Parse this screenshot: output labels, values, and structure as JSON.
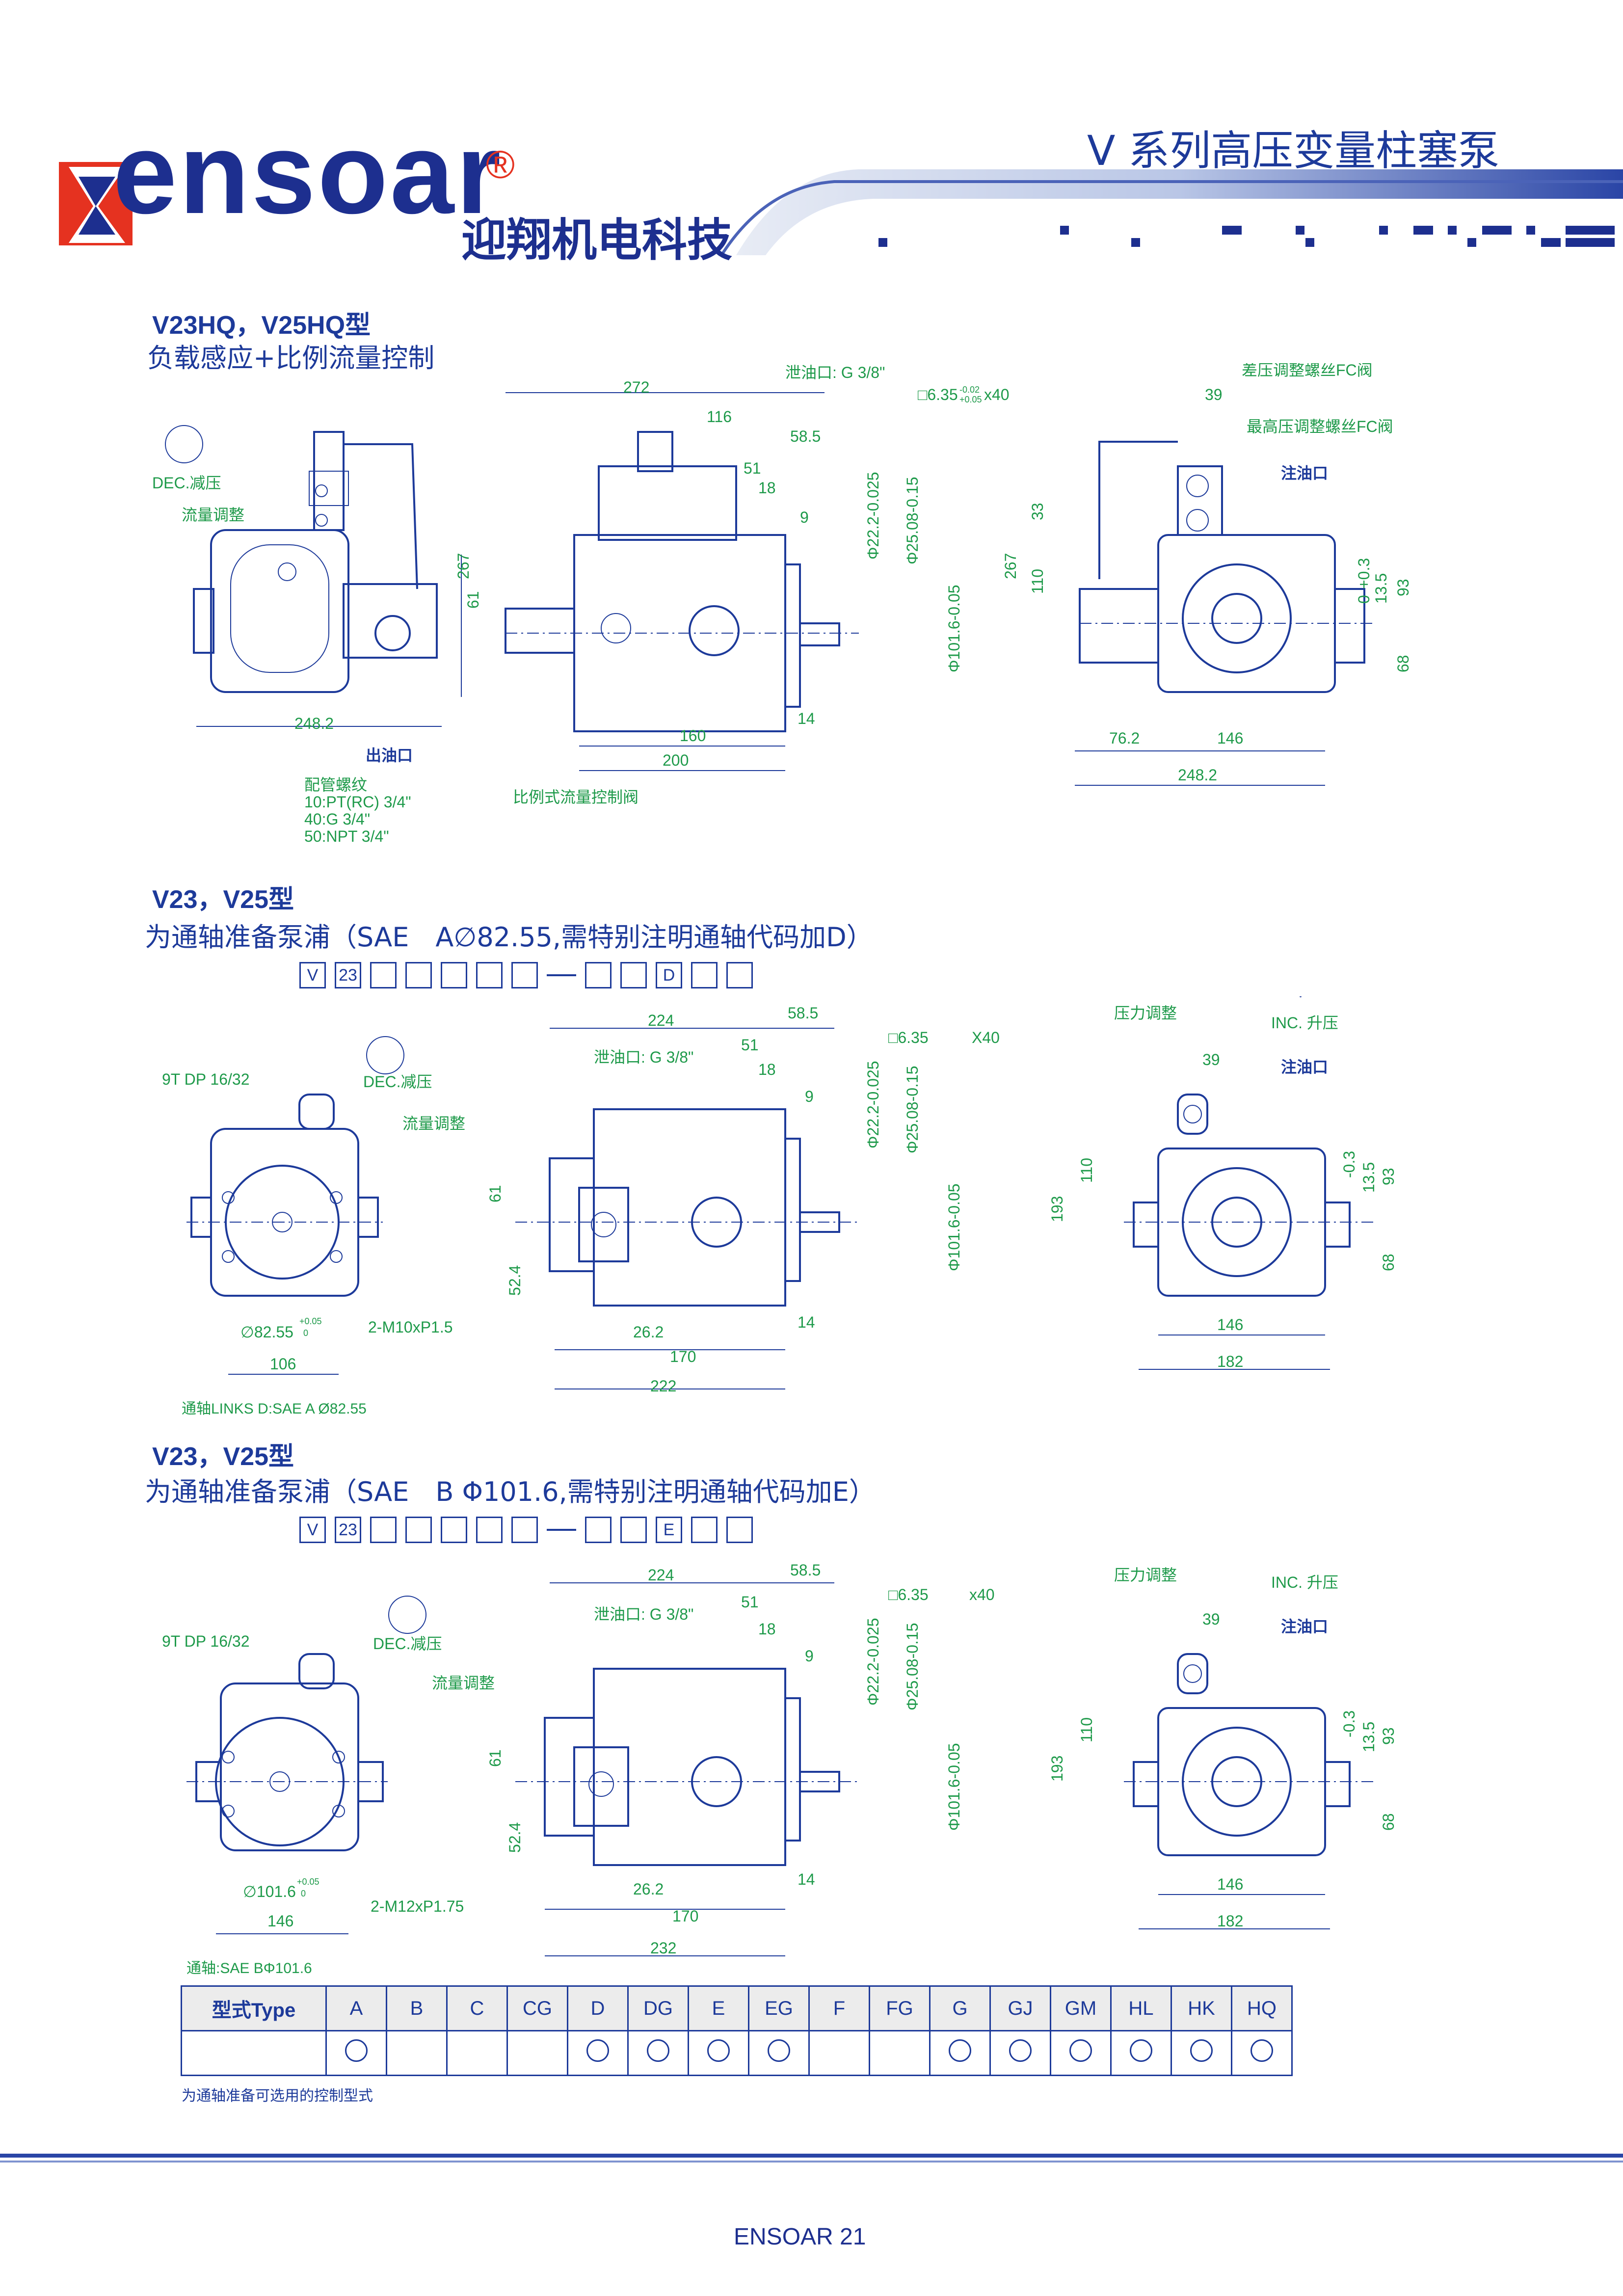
{
  "header": {
    "logo_text": "ensoar",
    "registered_mark": "®",
    "company_cn": "迎翔机电科技",
    "series_title": "V 系列高压变量柱塞泵"
  },
  "section1": {
    "title": "V23HQ，V25HQ型",
    "subtitle": "负载感应+比例流量控制",
    "labels": {
      "dec": "DEC.减压",
      "flow_adjust": "流量调整",
      "outlet": "出油口",
      "pipe_thread": "配管螺纹",
      "pt1": "10:PT(RC) 3/4\"",
      "pt2": "40:G 3/4\"",
      "pt3": "50:NPT 3/4\"",
      "prop_valve": "比例式流量控制阀",
      "drain": "泄油口: G 3/8\"",
      "key": "□6.35",
      "key_tol_up": "-0.02",
      "key_tol_dn": "+0.05",
      "key_len": "x40",
      "diff_screw": "差压调整螺丝FC阀",
      "max_screw": "最高压调整螺丝FC阀",
      "fill": "注油口"
    },
    "dims": {
      "d272": "272",
      "d116": "116",
      "d58_5": "58.5",
      "d51": "51",
      "d18": "18",
      "d9": "9",
      "d267": "267",
      "d61": "61",
      "d248_2": "248.2",
      "d160": "160",
      "d200": "200",
      "d14": "14",
      "phi22": "Φ22.2-0.025",
      "phi25": "Φ25.08-0.15",
      "phi101": "Φ101.6-0.05",
      "zero": "0",
      "d39": "39",
      "d33": "33",
      "d110": "110",
      "d267b": "267",
      "d93": "93",
      "d68": "68",
      "d13_5": "13.5",
      "tol13": "+0.3",
      "tol13b": "0",
      "d76_2": "76.2",
      "d146": "146",
      "d248_2b": "248.2"
    }
  },
  "section2": {
    "title": "V23，V25型",
    "subtitle": "为通轴准备泵浦（SAE　A∅82.55,需特别注明通轴代码加D）",
    "code_first": "V",
    "code_second": "23",
    "code_letter": "D",
    "labels": {
      "spline": "9T DP 16/32",
      "dec": "DEC.减压",
      "flow_adjust": "流量调整",
      "bolt": "2-M10xP1.5",
      "phi82": "∅82.55",
      "phi_tol": "+0.05",
      "phi_tol0": "0",
      "pass_through": "通轴LINKS D:SAE A Ø82.55",
      "drain": "泄油口:  G 3/8\"",
      "key": "□6.35",
      "key_len": "X40",
      "pressure_adjust": "压力调整",
      "inc": "INC. 升压",
      "fill": "注油口"
    },
    "dims": {
      "d224": "224",
      "d58_5": "58.5",
      "d51": "51",
      "d18": "18",
      "d9": "9",
      "d61": "61",
      "d52_4": "52.4",
      "d26_2": "26.2",
      "d170": "170",
      "d222": "222",
      "d14": "14",
      "d106": "106",
      "phi22": "Φ22.2-0.025",
      "phi25": "Φ25.08-0.15",
      "phi101": "Φ101.6-0.05",
      "d39": "39",
      "d193": "193",
      "d110": "110",
      "d93": "93",
      "d68": "68",
      "d13_5": "13.5",
      "tol": "-0.3",
      "d146": "146",
      "d182": "182"
    }
  },
  "section3": {
    "title": "V23，V25型",
    "subtitle": "为通轴准备泵浦（SAE　B Φ101.6,需特别注明通轴代码加E）",
    "code_first": "V",
    "code_second": "23",
    "code_letter": "E",
    "labels": {
      "spline": "9T DP 16/32",
      "dec": "DEC.减压",
      "flow_adjust": "流量调整",
      "bolt": "2-M12xP1.75",
      "phi101": "∅101.6",
      "phi_tol": "+0.05",
      "phi_tol0": "0",
      "pass_through": "通轴:SAE BΦ101.6",
      "drain": "泄油口:  G 3/8\"",
      "key": "□6.35",
      "key_len": "x40",
      "pressure_adjust": "压力调整",
      "inc": "INC. 升压",
      "fill": "注油口"
    },
    "dims": {
      "d224": "224",
      "d58_5": "58.5",
      "d51": "51",
      "d18": "18",
      "d9": "9",
      "d61": "61",
      "d52_4": "52.4",
      "d26_2": "26.2",
      "d170": "170",
      "d232": "232",
      "d14": "14",
      "d146": "146",
      "phi22": "Φ22.2-0.025",
      "phi25": "Φ25.08-0.15",
      "phi101": "Φ101.6-0.05",
      "d39": "39",
      "d193": "193",
      "d110": "110",
      "d93": "93",
      "d68": "68",
      "d13_5": "13.5",
      "tol": "-0.3",
      "d146b": "146",
      "d182": "182"
    }
  },
  "type_table": {
    "header_label": "型式Type",
    "types": [
      "A",
      "B",
      "C",
      "CG",
      "D",
      "DG",
      "E",
      "EG",
      "F",
      "FG",
      "G",
      "GJ",
      "GM",
      "HL",
      "HK",
      "HQ"
    ],
    "available": [
      true,
      false,
      false,
      false,
      true,
      true,
      true,
      true,
      false,
      false,
      true,
      true,
      true,
      true,
      true,
      true
    ],
    "note": "为通轴准备可选用的控制型式"
  },
  "footer": {
    "page_label": "ENSOAR  21"
  }
}
